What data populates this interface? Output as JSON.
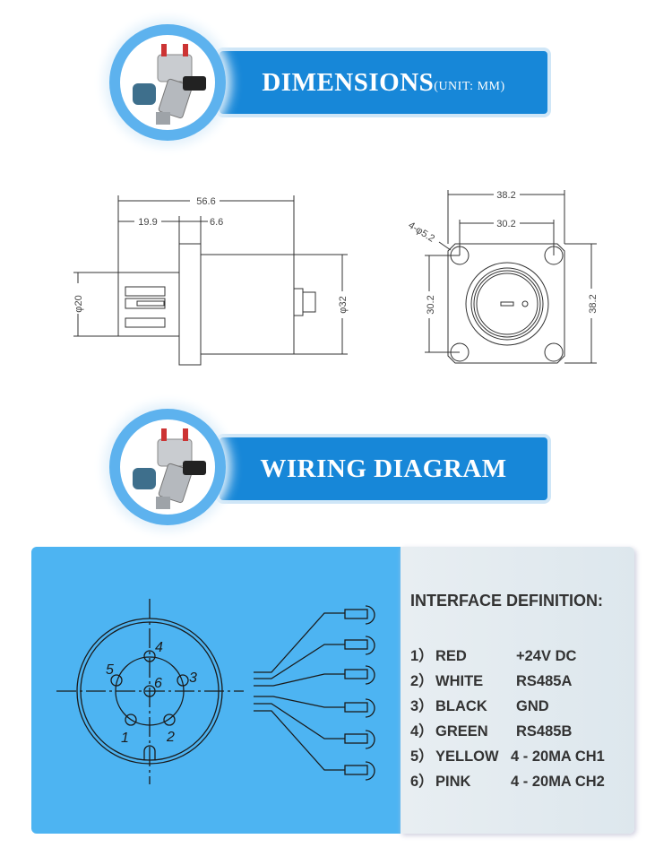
{
  "sections": {
    "dimensions": {
      "title": "DIMENSIONS",
      "subtitle": "(UNIT: MM)"
    },
    "wiring": {
      "title": "WIRING DIAGRAM"
    }
  },
  "side_view": {
    "overall_length": "56.6",
    "connector_length": "19.9",
    "flange_thickness": "6.6",
    "connector_diameter": "φ20",
    "body_diameter": "φ32"
  },
  "front_view": {
    "outer_width": "38.2",
    "hole_spacing_x": "30.2",
    "hole_spec": "4-φ5.2",
    "hole_spacing_y": "30.2",
    "outer_height": "38.2"
  },
  "pinout": {
    "pins": [
      "1",
      "2",
      "3",
      "4",
      "5",
      "6"
    ]
  },
  "interface": {
    "title": "INTERFACE DEFINITION:",
    "items": [
      {
        "num": "1）",
        "color": "RED",
        "signal": "+24V DC"
      },
      {
        "num": "2）",
        "color": "WHITE",
        "signal": "RS485A"
      },
      {
        "num": "3）",
        "color": "BLACK",
        "signal": "GND"
      },
      {
        "num": "4）",
        "color": "GREEN",
        "signal": "RS485B"
      },
      {
        "num": "5）",
        "color": "YELLOW",
        "signal": "4 - 20MA CH1"
      },
      {
        "num": "6）",
        "color": "PINK",
        "signal": "4 - 20MA CH2"
      }
    ]
  },
  "colors": {
    "banner": "#1787d8",
    "panel_blue": "#4db4f2",
    "panel_grey": "#e3eaee"
  }
}
